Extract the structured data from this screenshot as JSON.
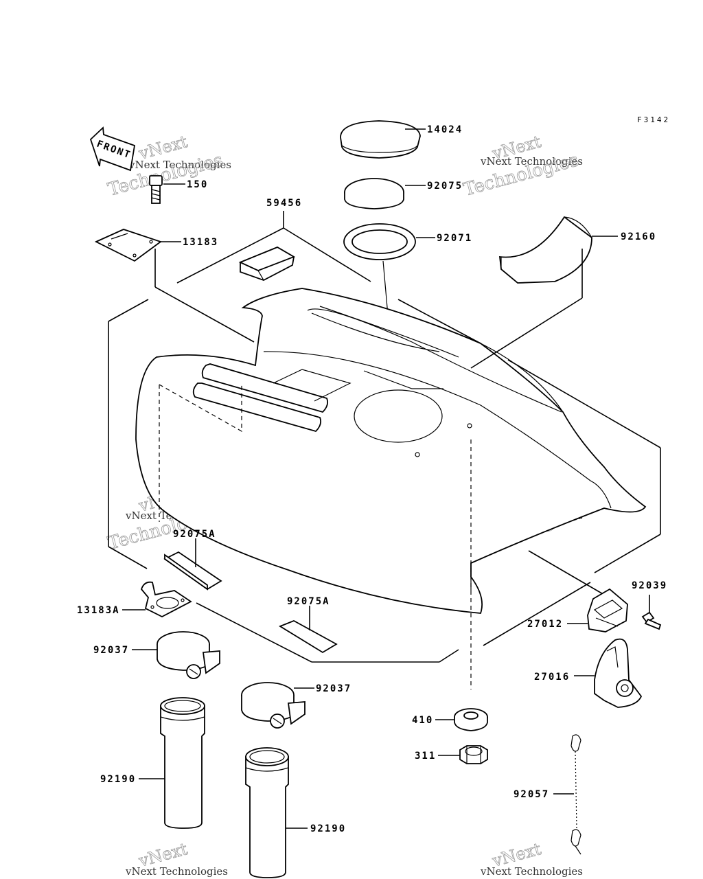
{
  "figure_code": "F3142",
  "front_arrow_label": "FRONT",
  "watermark": {
    "line1": "vNext Technologies",
    "line2": "vNext",
    "line3": "Technologies"
  },
  "parts": {
    "p14024": "14024",
    "p92075_cap": "92075",
    "p92071": "92071",
    "p92160": "92160",
    "p59456": "59456",
    "p150": "150",
    "p13183": "13183",
    "p13183a": "13183A",
    "p92075a_upper": "92075A",
    "p92075a_lower": "92075A",
    "p92037_left": "92037",
    "p92037_right": "92037",
    "p92190_left": "92190",
    "p92190_right": "92190",
    "p92039": "92039",
    "p27012": "27012",
    "p27016": "27016",
    "p410": "410",
    "p311": "311",
    "p92057": "92057"
  }
}
